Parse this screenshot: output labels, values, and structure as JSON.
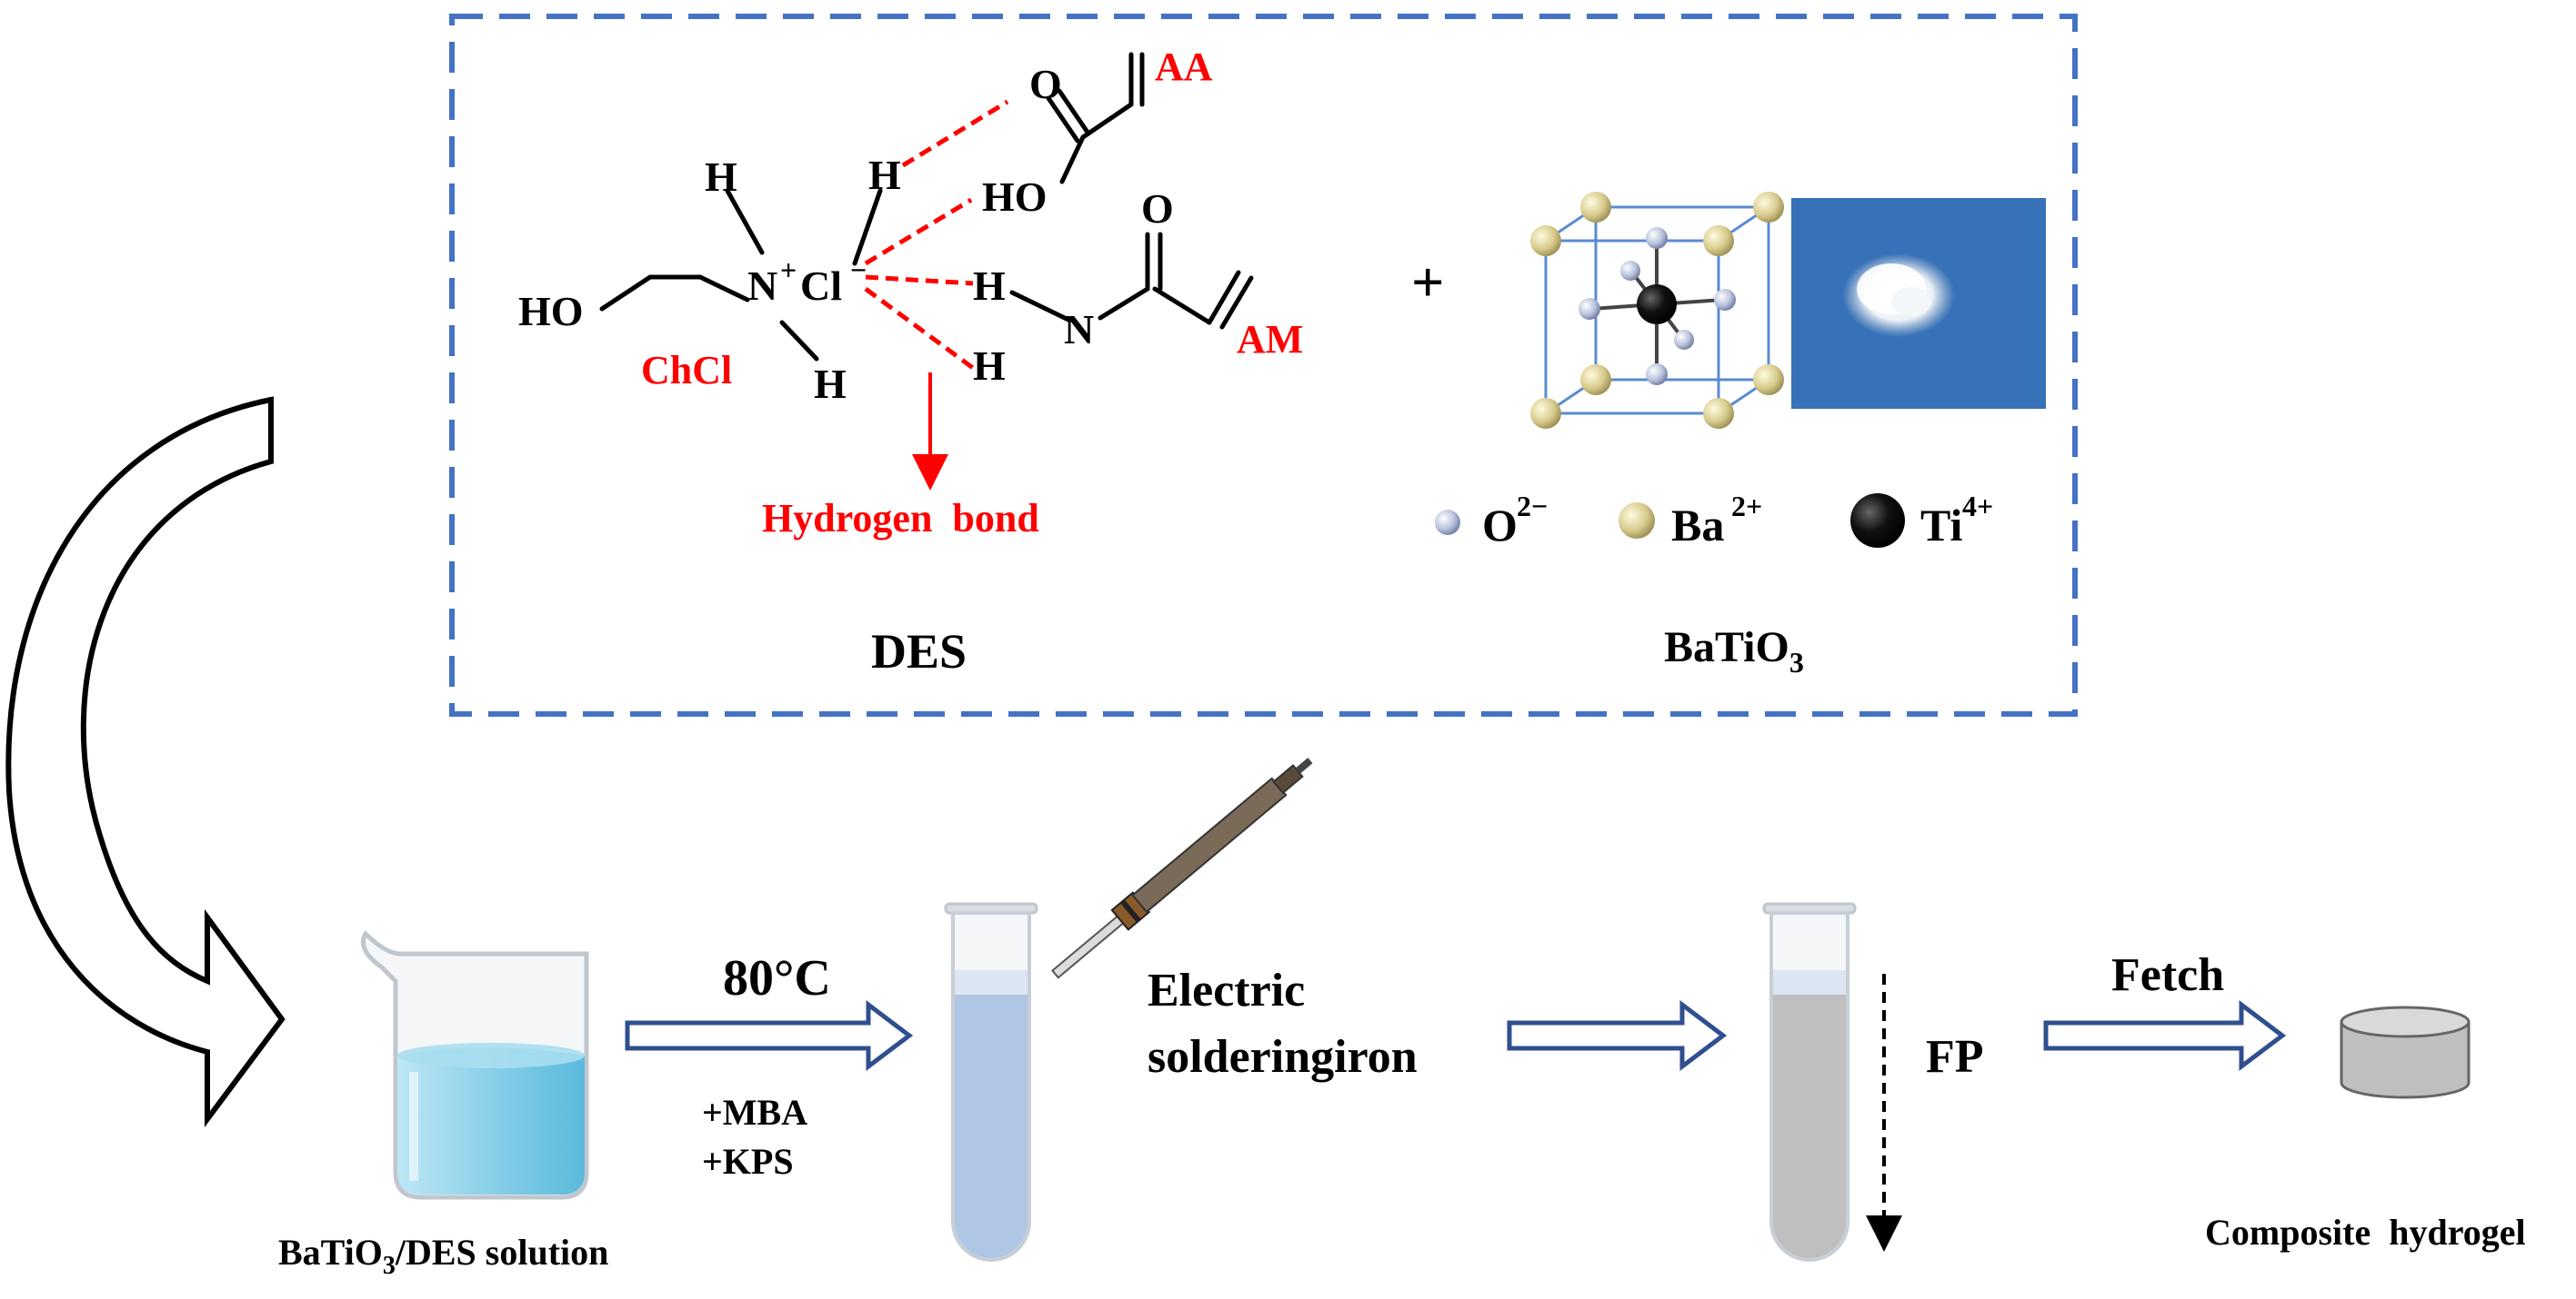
{
  "top_panel": {
    "des": {
      "atoms": {
        "HO": "HO",
        "N": "N",
        "N_charge": "+",
        "Cl": "Cl",
        "Cl_charge": "−",
        "H": "H",
        "O": "O",
        "aa_HO": "HO",
        "am_N": "N"
      },
      "labels": {
        "ChCl": "ChCl",
        "AA": "AA",
        "AM": "AM",
        "hydrogen_bond": "Hydrogen  bond",
        "DES": "DES"
      }
    },
    "plus": "+",
    "batio3": {
      "legend": {
        "o_ion": "O",
        "o_charge": "2−",
        "ba_ion": "Ba",
        "ba_charge": "2+",
        "ti_ion": "Ti",
        "ti_charge": "4+"
      },
      "name_main": "BaTiO",
      "name_sub": "3"
    }
  },
  "process": {
    "beaker_label_a": "BaTiO",
    "beaker_label_sub": "3",
    "beaker_label_b": "/DES solution",
    "step1_temp": "80°C",
    "step1_add1": "+MBA",
    "step1_add2": "+KPS",
    "step2_line1": "Electric",
    "step2_line2": "solderingiron",
    "step3": "FP",
    "step4": "Fetch",
    "product_label": "Composite  hydrogel"
  },
  "colors": {
    "dashed_box": "#4472C4",
    "hydrogen_bond": "#FF0000",
    "arrow_outline": "#2F4F8F",
    "liquid": "#8ED0E8",
    "tube_liquid": "#AFC6E4",
    "gel": "#BFBFBF"
  }
}
